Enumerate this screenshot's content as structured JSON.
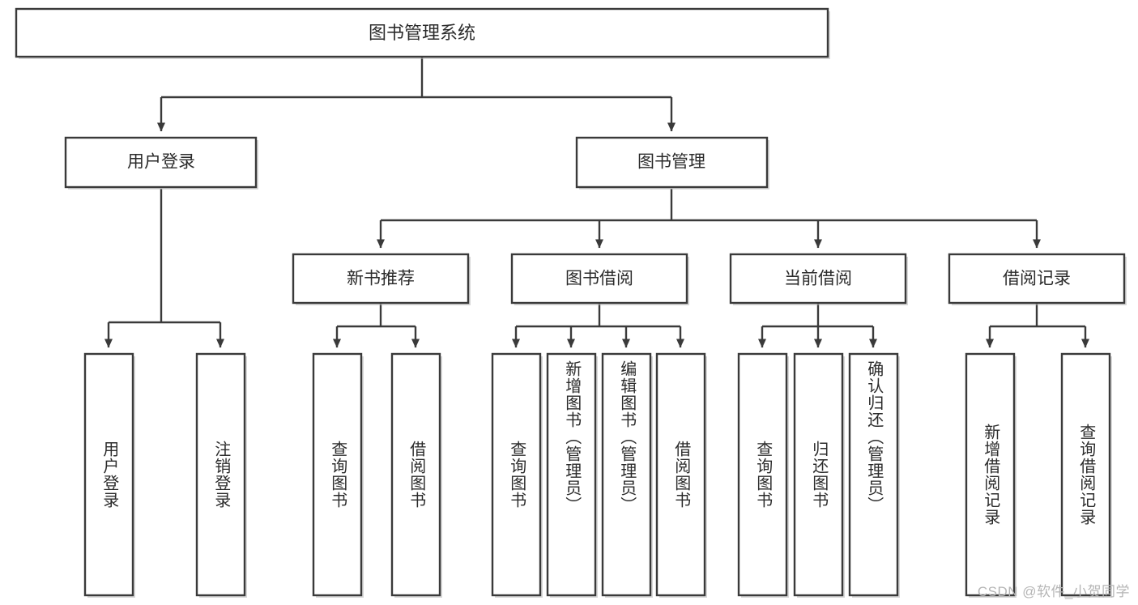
{
  "diagram": {
    "title": "图书管理系统",
    "type": "tree",
    "colors": {
      "box_stroke": "#3a3a3a",
      "box_fill": "#ffffff",
      "text": "#2b2b2b",
      "background": "#ffffff",
      "watermark": "#b5b5b5"
    },
    "root": {
      "label": "图书管理系统",
      "id": "root-system"
    },
    "level2": [
      {
        "id": "user-login",
        "label": "用户登录"
      },
      {
        "id": "book-management",
        "label": "图书管理"
      }
    ],
    "level3": [
      {
        "id": "new-book-recommend",
        "label": "新书推荐",
        "parent": "book-management"
      },
      {
        "id": "book-borrow",
        "label": "图书借阅",
        "parent": "book-management"
      },
      {
        "id": "current-borrow",
        "label": "当前借阅",
        "parent": "book-management"
      },
      {
        "id": "borrow-record",
        "label": "借阅记录",
        "parent": "book-management"
      }
    ],
    "leaves": [
      {
        "id": "leaf-user-login",
        "label": "用户登录",
        "parent": "user-login"
      },
      {
        "id": "leaf-logout-login",
        "label": "注销登录",
        "parent": "user-login"
      },
      {
        "id": "leaf-query-book-1",
        "label": "查询图书",
        "parent": "new-book-recommend"
      },
      {
        "id": "leaf-borrow-book-1",
        "label": "借阅图书",
        "parent": "new-book-recommend"
      },
      {
        "id": "leaf-query-book-2",
        "label": "查询图书",
        "parent": "book-borrow"
      },
      {
        "id": "leaf-add-book",
        "label": "新增图书（管理员）",
        "parent": "book-borrow"
      },
      {
        "id": "leaf-edit-book",
        "label": "编辑图书（管理员）",
        "parent": "book-borrow"
      },
      {
        "id": "leaf-borrow-book-2",
        "label": "借阅图书",
        "parent": "book-borrow"
      },
      {
        "id": "leaf-query-book-3",
        "label": "查询图书",
        "parent": "current-borrow"
      },
      {
        "id": "leaf-return-book",
        "label": "归还图书",
        "parent": "current-borrow"
      },
      {
        "id": "leaf-confirm-return",
        "label": "确认归还（管理员）",
        "parent": "current-borrow"
      },
      {
        "id": "leaf-add-borrow-record",
        "label": "新增借阅记录",
        "parent": "borrow-record"
      },
      {
        "id": "leaf-query-borrow-record",
        "label": "查询借阅记录",
        "parent": "borrow-record"
      }
    ]
  },
  "watermark": {
    "text": "CSDN @软件_小贺同学"
  }
}
